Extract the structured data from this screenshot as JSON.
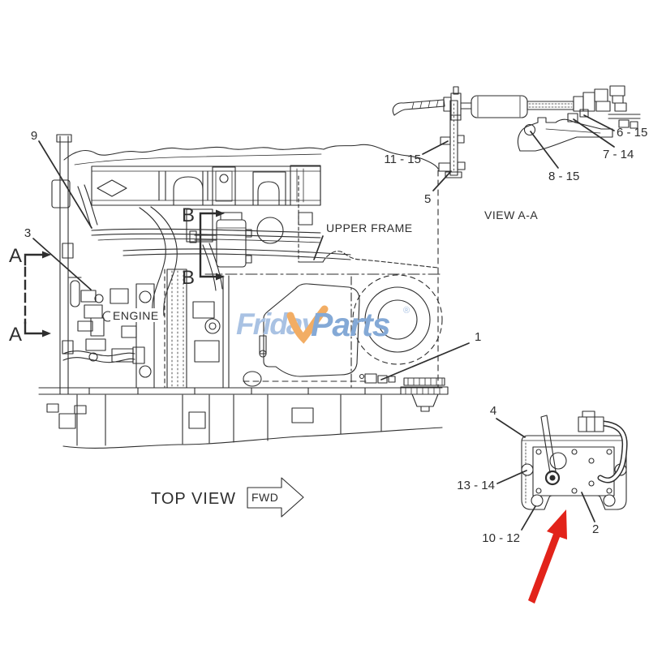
{
  "colors": {
    "line": "#2e2e2e",
    "highlight-arrow": "#e2231a",
    "logo-primary": "#a9c2e3",
    "logo-secondary": "#84a9d6",
    "logo-swoosh": "#f2ad64",
    "background": "#ffffff"
  },
  "main_view": {
    "caption": "TOP VIEW",
    "fwd_label": "FWD",
    "engine_label": "ENGINE",
    "upper_frame_label": "UPPER FRAME",
    "section_a": "A",
    "section_b": "B",
    "callout_9": "9",
    "callout_3": "3",
    "callout_1": "1"
  },
  "view_aa": {
    "caption": "VIEW A-A",
    "callout_11_15": "11 - 15",
    "callout_5": "5",
    "callout_8_15": "8 - 15",
    "callout_7_14": "7 - 14",
    "callout_6_15": "6 - 15"
  },
  "detail_view": {
    "callout_4": "4",
    "callout_13_14": "13 - 14",
    "callout_10_12": "10 - 12",
    "callout_2": "2"
  },
  "watermark": {
    "brand_first": "Friday",
    "brand_second": "Parts",
    "registered_mark": "®"
  }
}
